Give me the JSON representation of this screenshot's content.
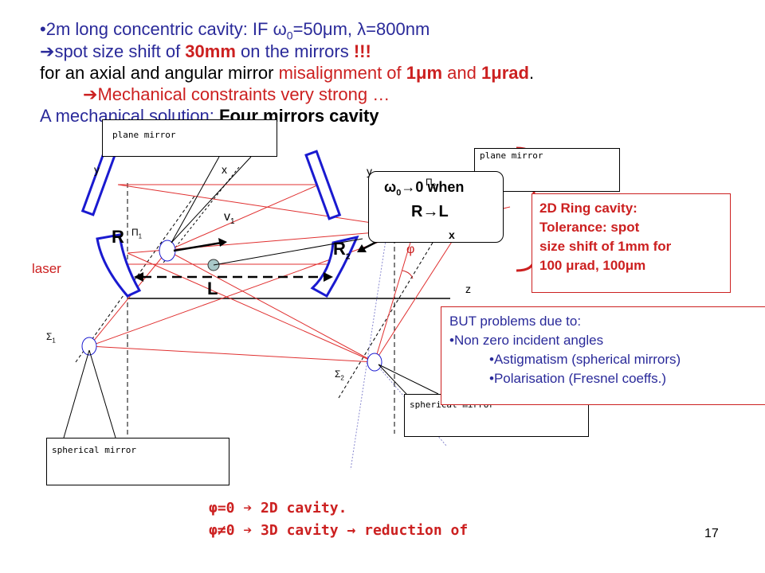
{
  "header": {
    "l1_bullet": "•",
    "l1_a": "2m long concentric cavity: IF ",
    "l1_omega": "ω",
    "l1_sub0": "0",
    "l1_b": "=50",
    "l1_mu": "μ",
    "l1_c": "m, ",
    "l1_lambda": "λ",
    "l1_d": "=800nm",
    "l2_arrow": "➔",
    "l2_a": "spot size shift of ",
    "l2_b": "30mm",
    "l2_c": " on the mirrors ",
    "l2_d": "!!!",
    "l3_a": "for an axial and angular mirror ",
    "l3_b": "misalignment of ",
    "l3_c": "1",
    "l3_mu1": "μ",
    "l3_d": "m",
    "l3_e": " and ",
    "l3_f": "1",
    "l3_mu2": "μ",
    "l3_g": "rad",
    "l3_h": ".",
    "l4_arrow": "➔",
    "l4_a": "Mechanical constraints very strong …",
    "l5_a": "A mechanical solution: ",
    "l5_b": "Four mirrors cavity"
  },
  "callouts": {
    "plane_mirror_left": "plane mirror",
    "plane_mirror_right": "plane mirror",
    "spherical_mirror_right": "spherical mirror",
    "spherical_mirror_left": "spherical mirror"
  },
  "omega_box": {
    "omega": "ω",
    "sub0": "0",
    "arrow1": "→",
    "text1": "0 when",
    "r": "R",
    "arrow2": "→",
    "l": "L"
  },
  "ring_box": {
    "line1": "2D Ring cavity:",
    "line2": "Tolerance: spot",
    "line3": "size shift of 1mm for",
    "line4": "100 μrad, 100μm"
  },
  "problems_box": {
    "title": "BUT problems due to:",
    "item1_bullet": "•",
    "item1": "Non zero incident angles",
    "item2_bullet": "•",
    "item2": "Astigmatism (spherical mirrors)",
    "item3_bullet": "•",
    "item3": "Polarisation (Fresnel coeffs.)"
  },
  "diagram_labels": {
    "y_left": "y",
    "x_left": "x",
    "y_right": "y",
    "x_right": "x",
    "z": "z",
    "v1": "v",
    "v1_sub": "1",
    "pi1": "Π",
    "pi1_sub": "1",
    "pi2": "Π",
    "pi2_sub": "2",
    "sigma1": "Σ",
    "sigma1_sub": "1",
    "sigma2": "Σ",
    "sigma2_sub": "2",
    "phi": "φ",
    "R": "R",
    "R2": "R",
    "R2_sub": "2",
    "L": "L",
    "laser": "laser"
  },
  "footer": {
    "f1_phi": "φ",
    "f1_a": "=0 ",
    "f1_arrow": "➔",
    "f1_b": " 2D cavity.",
    "f2_phi": "φ",
    "f2_neq": "≠",
    "f2_a": "0 ",
    "f2_arrow": "➔",
    "f2_b": " 3D cavity ",
    "f2_arrow2": "→",
    "f2_c": " reduction of"
  },
  "page_number": "17",
  "colors": {
    "blue": "#2a2a9a",
    "red": "#cc2020",
    "mirror_fill": "#ffffff",
    "mirror_stroke": "#1a1ad0",
    "ray": "#e03030",
    "dotted_blue": "#8a8ad0"
  }
}
